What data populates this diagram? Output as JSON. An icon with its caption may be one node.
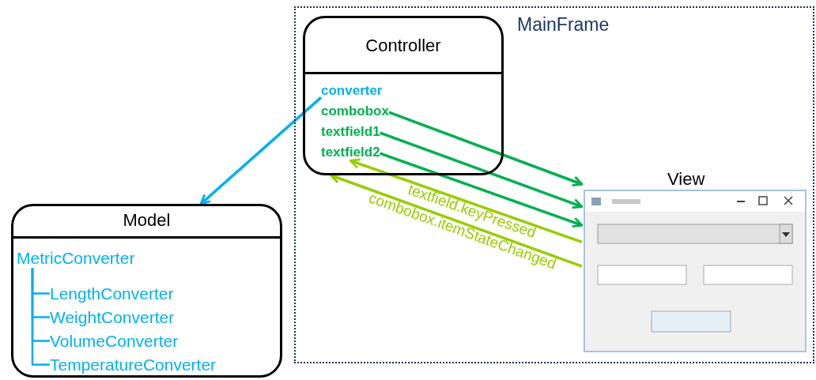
{
  "diagram": {
    "nodes": [
      {
        "text": [
          "MainFrame"
        ]
      },
      {
        "text": [
          "Controller"
        ],
        "in": 0
      },
      {
        "text": [
          "converter"
        ],
        "in": 1
      },
      {
        "text": [
          "combobox"
        ],
        "in": 1
      },
      {
        "text": [
          "textfield1"
        ],
        "in": 1
      },
      {
        "text": [
          "textfield2"
        ],
        "in": 1
      },
      {
        "text": [
          "View"
        ],
        "in": 0
      },
      {
        "text": [
          "Model"
        ]
      },
      {
        "text": [
          "MetricConverter"
        ],
        "in": 7
      },
      {
        "text": [
          "LengthConverter"
        ],
        "in": 7
      },
      {
        "text": [
          "WeightConverter"
        ],
        "in": 7
      },
      {
        "text": [
          "VolumeConverter"
        ],
        "in": 7
      },
      {
        "text": [
          "TemperatureConverter"
        ],
        "in": 7
      }
    ],
    "edges": [
      {
        "from": 2,
        "to": 7,
        "arrow": "to"
      },
      {
        "from": 3,
        "to": 6,
        "arrow": "to",
        "color": "#00b050"
      },
      {
        "from": 4,
        "to": 6,
        "arrow": "to",
        "color": "#00b050"
      },
      {
        "from": 5,
        "to": 6,
        "arrow": "to",
        "color": "#00b050"
      },
      {
        "from": 6,
        "to": 5,
        "arrow": "to",
        "label": "textfield.keyPressed",
        "color": "#99cc00"
      },
      {
        "from": 6,
        "to": 1,
        "arrow": "to",
        "label": "combobox.itemStateChanged",
        "color": "#99cc00"
      },
      {
        "from": 8,
        "to": 9,
        "arrow": "none"
      },
      {
        "from": 8,
        "to": 10,
        "arrow": "none"
      },
      {
        "from": 8,
        "to": 11,
        "arrow": "none"
      },
      {
        "from": 8,
        "to": 12,
        "arrow": "none"
      }
    ]
  }
}
